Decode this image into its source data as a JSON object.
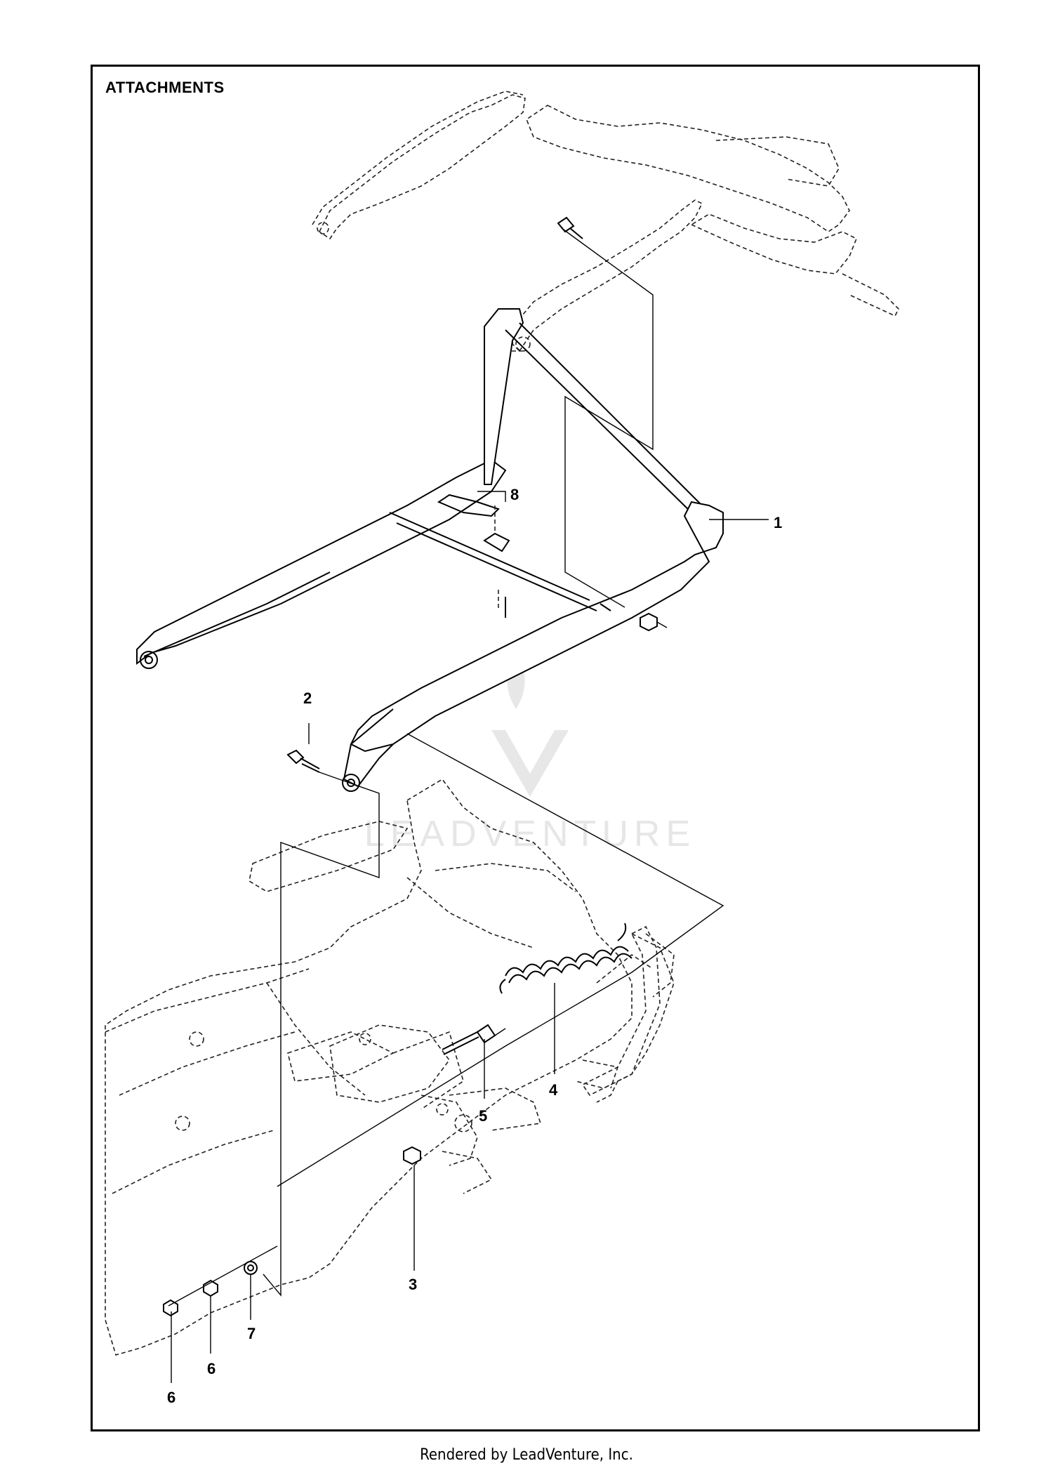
{
  "title": "ATTACHMENTS",
  "footer": "Rendered by LeadVenture, Inc.",
  "watermark": "LEADVENTURE",
  "callouts": [
    {
      "id": "1",
      "text": "1"
    },
    {
      "id": "2",
      "text": "2"
    },
    {
      "id": "3",
      "text": "3"
    },
    {
      "id": "4",
      "text": "4"
    },
    {
      "id": "5",
      "text": "5"
    },
    {
      "id": "6a",
      "text": "6"
    },
    {
      "id": "6b",
      "text": "6"
    },
    {
      "id": "7",
      "text": "7"
    },
    {
      "id": "8",
      "text": "8"
    }
  ]
}
